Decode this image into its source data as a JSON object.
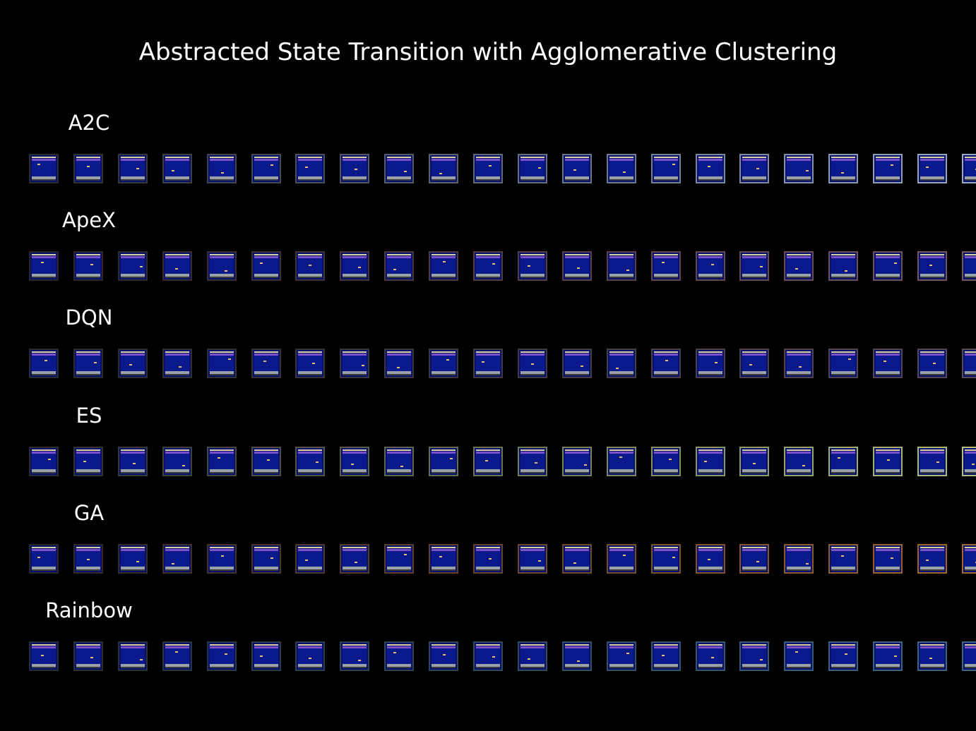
{
  "title": "Abstracted State Transition with Agglomerative Clustering",
  "frames_per_row": 23,
  "rows": [
    {
      "label": "A2C",
      "border_start": "#2c2c2c",
      "border_end": "#9fb0c8"
    },
    {
      "label": "ApeX",
      "border_start": "#2c2424",
      "border_end": "#7a5a62"
    },
    {
      "label": "DQN",
      "border_start": "#2a2a2a",
      "border_end": "#5a4a58"
    },
    {
      "label": "ES",
      "border_start": "#2c2c2c",
      "border_end": "#b8c878"
    },
    {
      "label": "GA",
      "border_start": "#2c2624",
      "border_end": "#a86a2a"
    },
    {
      "label": "Rainbow",
      "border_start": "#282c30",
      "border_end": "#3a6a8a"
    }
  ]
}
